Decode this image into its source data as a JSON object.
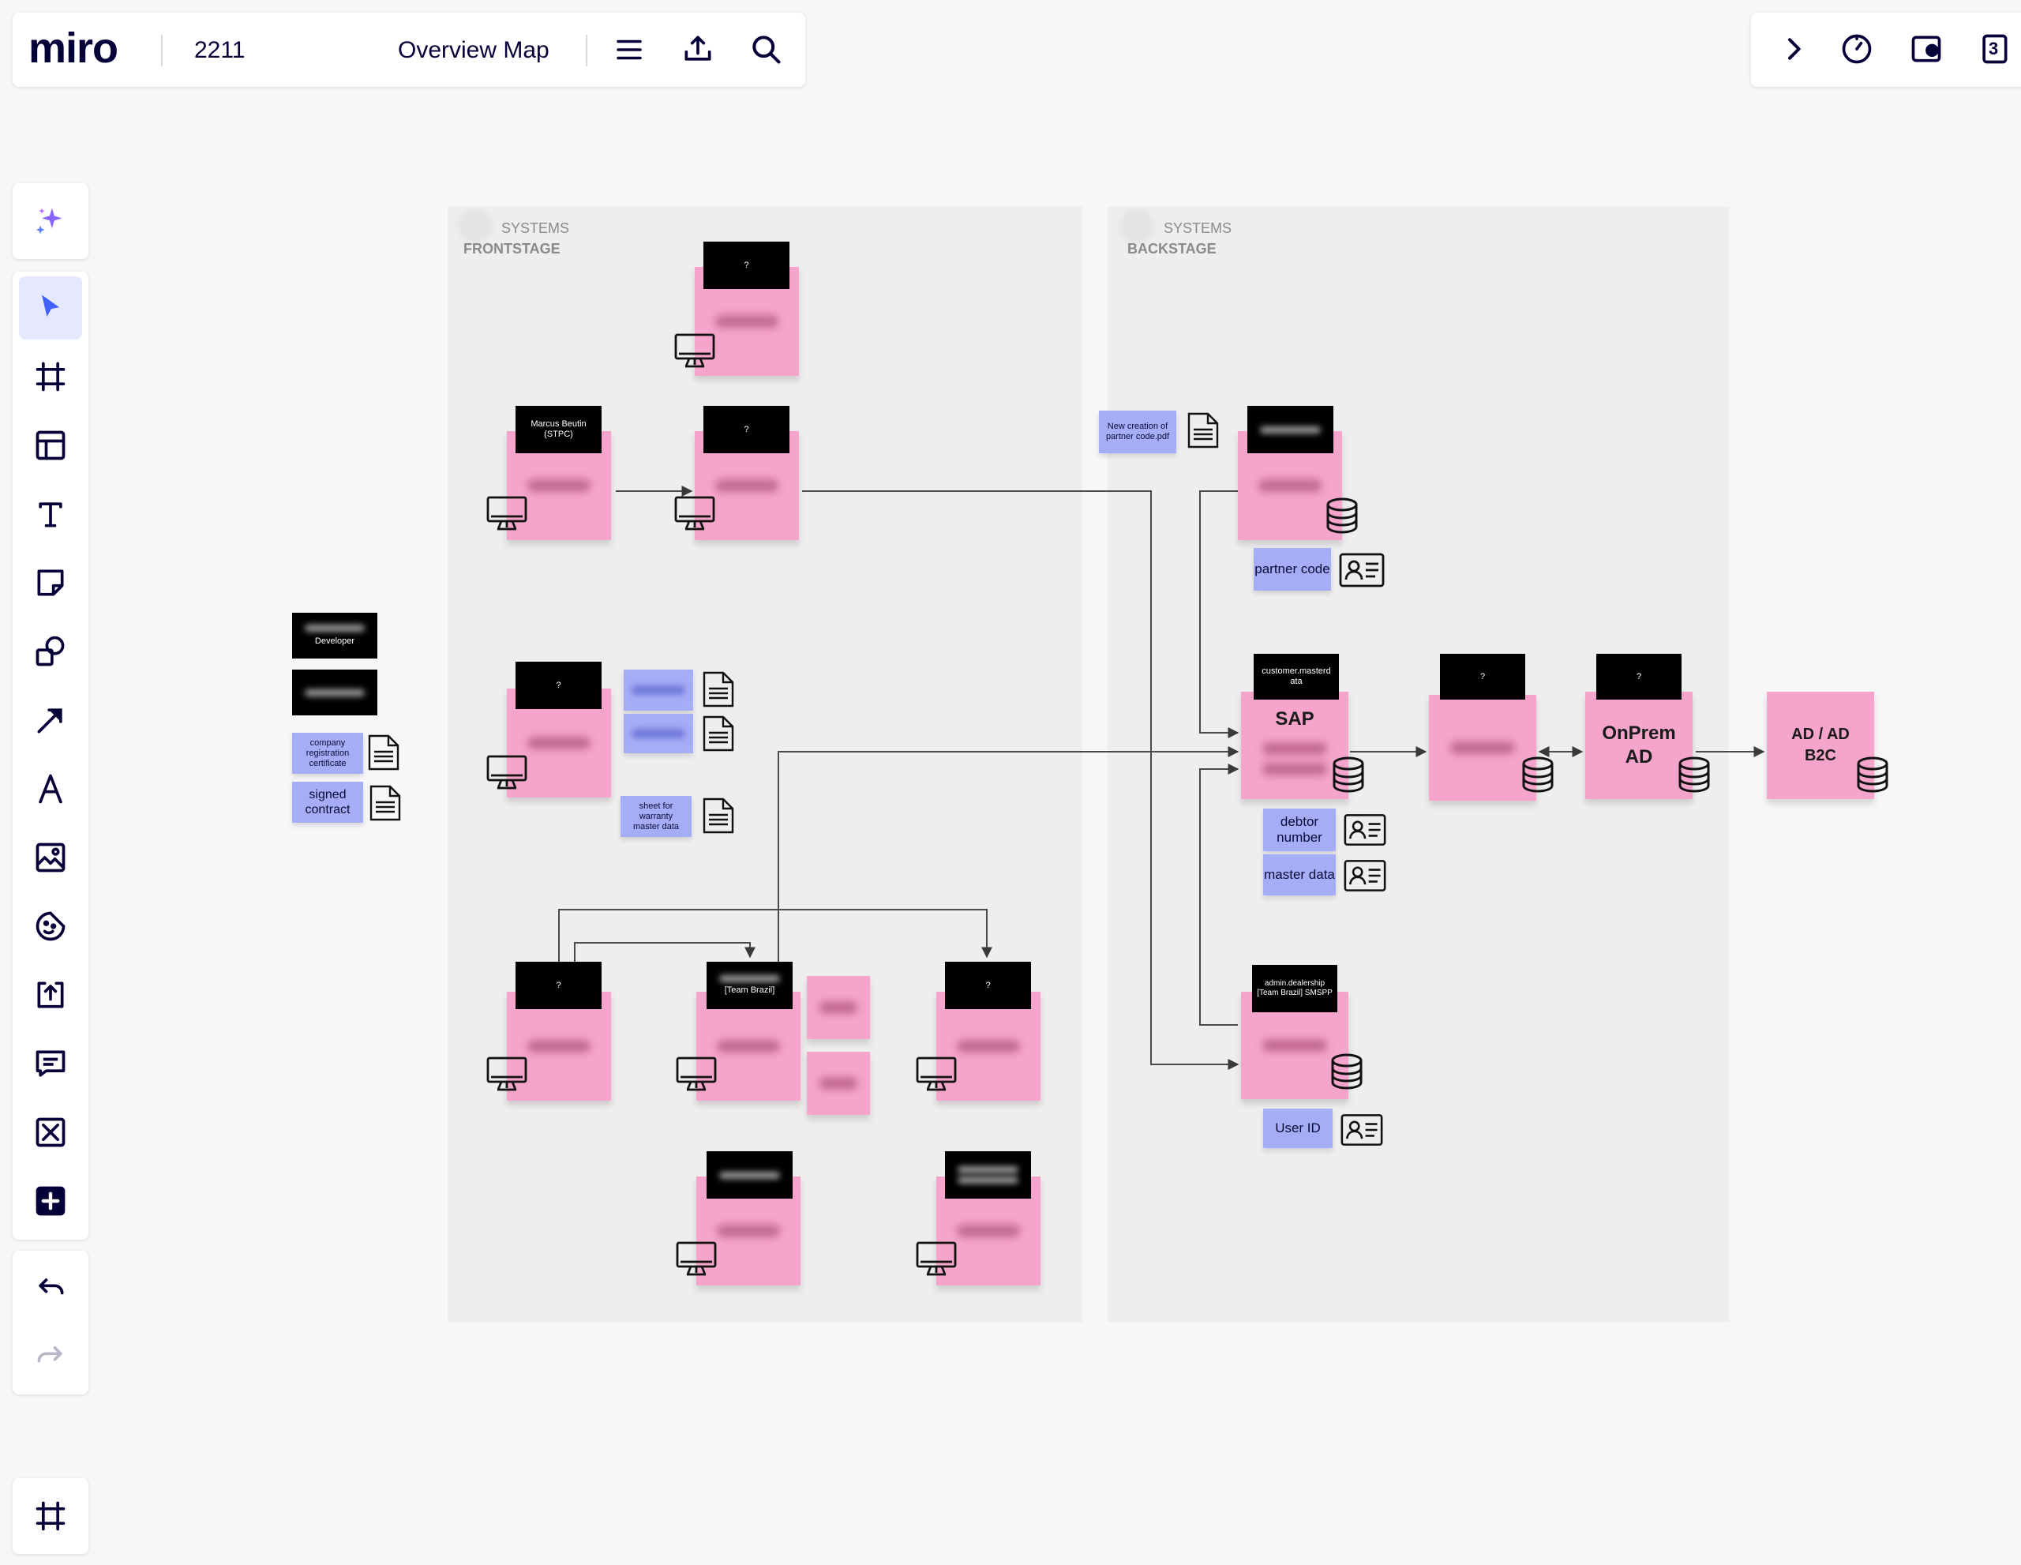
{
  "header": {
    "logo": "miro",
    "board_name": "2211",
    "frame_title": "Overview Map",
    "icons": [
      "menu-icon",
      "export-icon",
      "search-icon"
    ]
  },
  "top_right": {
    "icons": [
      "chevron-right-icon",
      "timer-icon",
      "presentation-icon",
      "pages-icon"
    ],
    "count": "3"
  },
  "toolbar": {
    "tools": [
      "ai-sparkle",
      "select",
      "frame",
      "templates",
      "text",
      "sticky-note",
      "shapes",
      "connection-line",
      "pen",
      "upload-image",
      "stickers",
      "upload",
      "comment",
      "cross-box",
      "more-apps"
    ],
    "undo": "undo",
    "redo": "redo",
    "bottom": "frames-panel"
  },
  "frames": {
    "frontstage": {
      "line1": "SYSTEMS",
      "line2": "FRONTSTAGE"
    },
    "backstage": {
      "line1": "SYSTEMS",
      "line2": "BACKSTAGE"
    }
  },
  "tags": {
    "unknown": "?",
    "marcus": "Marcus Beutin (STPC)",
    "team_brazil": "[Team Brazil]",
    "developer": "Developer",
    "customer_masterdata": "customer.masterd ata",
    "admin_dealership": "admin.dealership [Team Brazil] SMSPP"
  },
  "stickies": {
    "sap": "SAP",
    "onprem_ad": "OnPrem AD",
    "ad_b2c": "AD / AD B2C"
  },
  "cards": {
    "company_registration": "company registration certificate",
    "signed_contract": "signed contract",
    "warranty_sheet": "sheet for warranty master data",
    "new_partner_code_pdf": "New creation of partner code.pdf",
    "partner_code": "partner code",
    "debtor_number": "debtor number",
    "master_data": "master data",
    "user_id": "User ID"
  },
  "colors": {
    "sticky_pink": "#f5a4cb",
    "card_blue": "#a6adf7",
    "tag_black": "#000000",
    "frame_bg": "#eeeeee",
    "canvas_bg": "#f7f7f7",
    "accent": "#4262ff"
  }
}
